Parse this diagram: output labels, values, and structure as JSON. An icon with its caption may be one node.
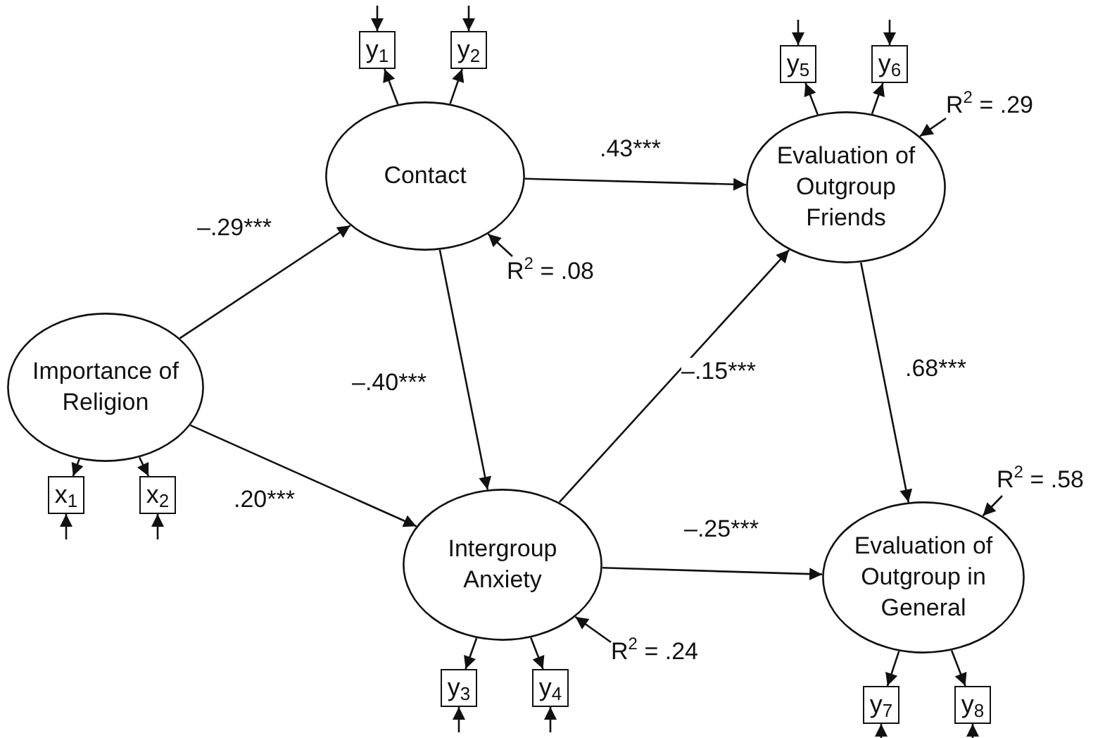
{
  "diagram": {
    "nodes": [
      {
        "text": [
          "Importance of Religion"
        ]
      },
      {
        "text": [
          "Contact"
        ]
      },
      {
        "text": [
          "Evaluation of Outgroup Friends"
        ]
      },
      {
        "text": [
          "Intergroup Anxiety"
        ]
      },
      {
        "text": [
          "Evaluation of Outgroup in General"
        ]
      },
      {
        "text": [
          "y$_{1}$"
        ]
      },
      {
        "text": [
          "y$_{2}$"
        ]
      },
      {
        "text": [
          "y$_{5}$"
        ]
      },
      {
        "text": [
          "y$_{6}$"
        ]
      },
      {
        "text": [
          "x$_{1}$"
        ]
      },
      {
        "text": [
          "x$_{2}$"
        ]
      },
      {
        "text": [
          "y$_{3}$"
        ]
      },
      {
        "text": [
          "y$_{4}$"
        ]
      },
      {
        "text": [
          "y$_{7}$"
        ]
      },
      {
        "text": [
          "y$_{8}$"
        ]
      },
      {
        "text": [
          "R$^{2}$ = .08"
        ]
      },
      {
        "text": [
          "R$^{2}$ = .29"
        ]
      },
      {
        "text": [
          "R$^{2}$ = .58"
        ]
      },
      {
        "text": [
          "R$^{2}$ = .24"
        ]
      }
    ],
    "edges": [
      {
        "from": 0,
        "to": 1,
        "arrow": "to",
        "label": "–.29***"
      },
      {
        "from": 1,
        "to": 2,
        "arrow": "to",
        "label": ".43***"
      },
      {
        "from": 1,
        "to": 3,
        "arrow": "to",
        "label": "–.40***"
      },
      {
        "from": 0,
        "to": 3,
        "arrow": "to",
        "label": ".20***"
      },
      {
        "from": 3,
        "to": 2,
        "arrow": "to",
        "label": "–.15***"
      },
      {
        "from": 2,
        "to": 4,
        "arrow": "to",
        "label": ".68***"
      },
      {
        "from": 3,
        "to": 4,
        "arrow": "to",
        "label": "–.25***"
      },
      {
        "from": 1,
        "to": 5,
        "arrow": "to"
      },
      {
        "from": 1,
        "to": 6,
        "arrow": "to"
      },
      {
        "from": 2,
        "to": 7,
        "arrow": "to"
      },
      {
        "from": 2,
        "to": 8,
        "arrow": "to"
      },
      {
        "from": 0,
        "to": 9,
        "arrow": "to"
      },
      {
        "from": 0,
        "to": 10,
        "arrow": "to"
      },
      {
        "from": 3,
        "to": 11,
        "arrow": "to"
      },
      {
        "from": 3,
        "to": 12,
        "arrow": "to"
      },
      {
        "from": 4,
        "to": 13,
        "arrow": "to"
      },
      {
        "from": 4,
        "to": 14,
        "arrow": "to"
      },
      {
        "from": null,
        "to": 5,
        "arrow": "to"
      },
      {
        "from": null,
        "to": 6,
        "arrow": "to"
      },
      {
        "from": null,
        "to": 7,
        "arrow": "to"
      },
      {
        "from": null,
        "to": 8,
        "arrow": "to"
      },
      {
        "from": null,
        "to": 9,
        "arrow": "to"
      },
      {
        "from": null,
        "to": 10,
        "arrow": "to"
      },
      {
        "from": null,
        "to": 11,
        "arrow": "to"
      },
      {
        "from": null,
        "to": 12,
        "arrow": "to"
      },
      {
        "from": null,
        "to": 13,
        "arrow": "to"
      },
      {
        "from": null,
        "to": 14,
        "arrow": "to"
      },
      {
        "from": 15,
        "to": 1,
        "arrow": "to"
      },
      {
        "from": 16,
        "to": 2,
        "arrow": "to"
      },
      {
        "from": 17,
        "to": 4,
        "arrow": "to"
      },
      {
        "from": 18,
        "to": 3,
        "arrow": "to"
      }
    ]
  }
}
